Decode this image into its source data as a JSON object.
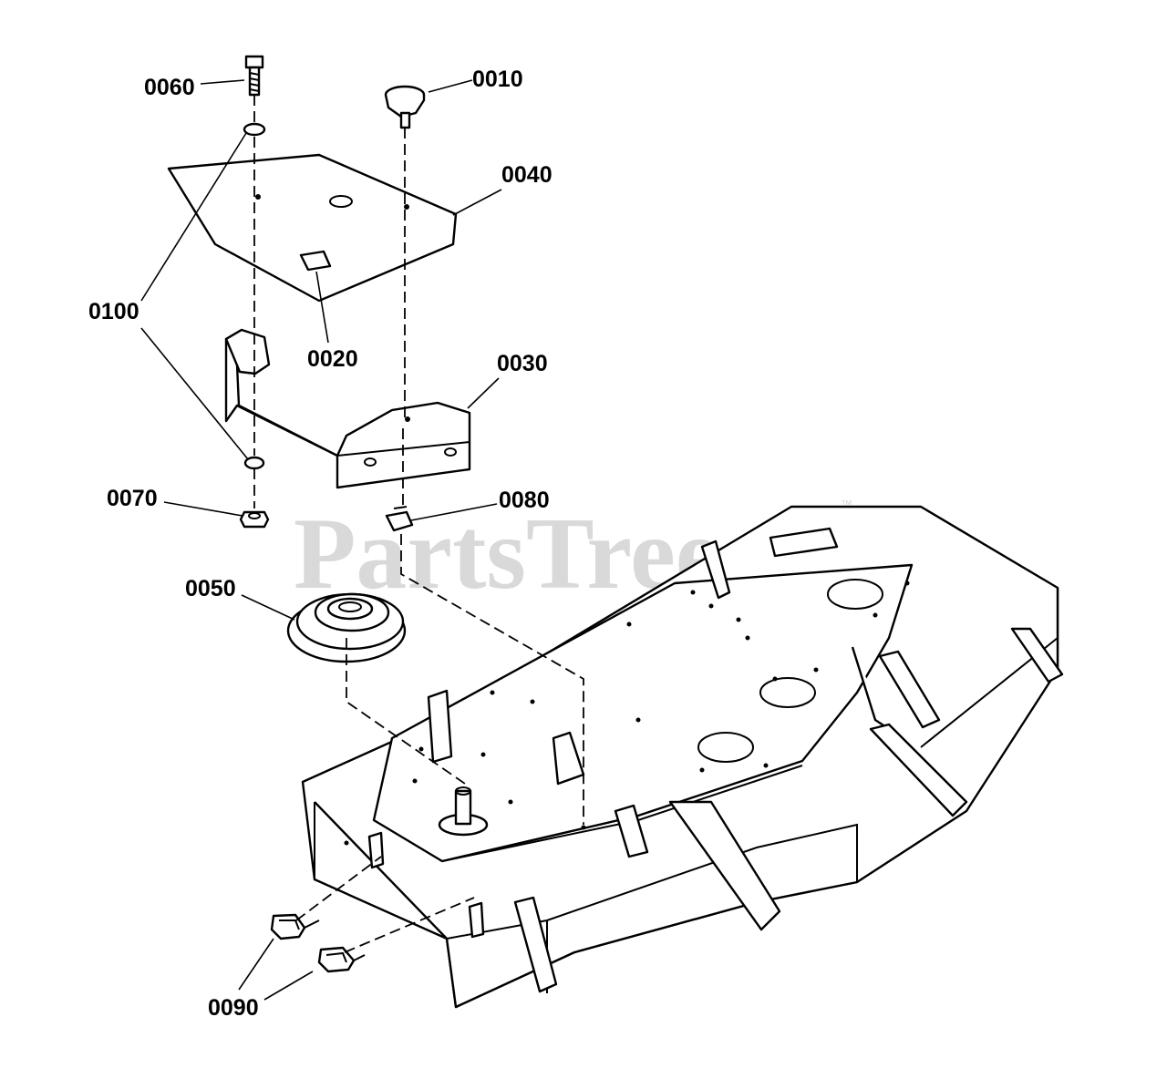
{
  "watermark": {
    "text": "PartsTree",
    "trademark": "™"
  },
  "callouts": {
    "c0010": "0010",
    "c0020": "0020",
    "c0030": "0030",
    "c0040": "0040",
    "c0050": "0050",
    "c0060": "0060",
    "c0070": "0070",
    "c0080": "0080",
    "c0090": "0090",
    "c0100": "0100"
  }
}
